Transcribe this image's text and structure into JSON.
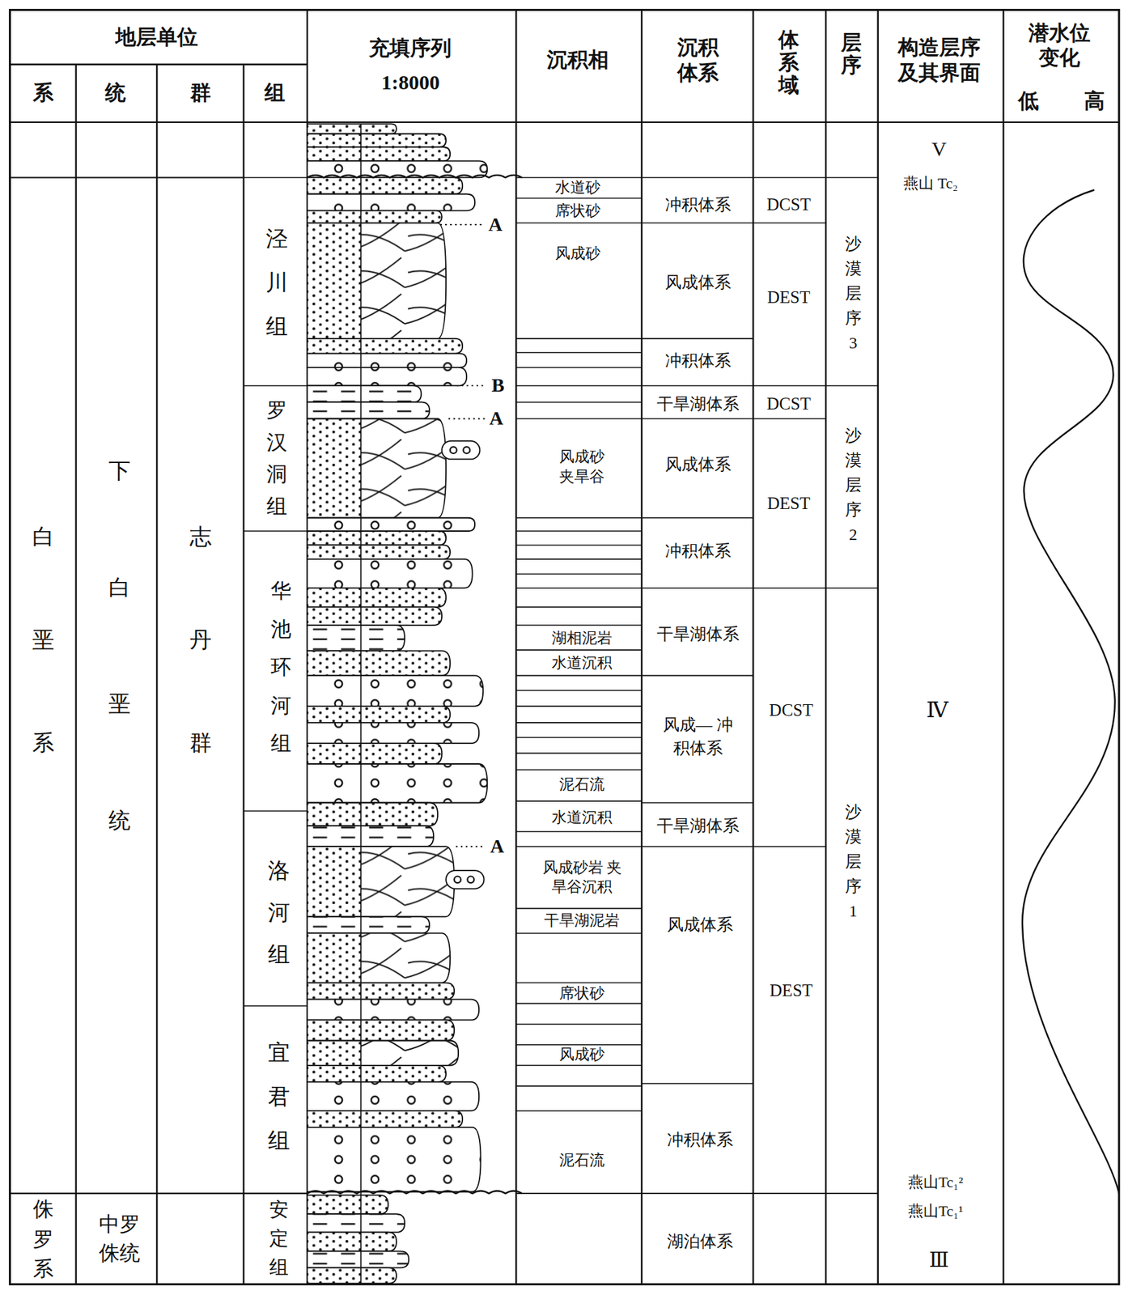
{
  "diagram": {
    "labels": [
      "地层单位",
      "系",
      "统",
      "群",
      "组",
      "充填序列",
      "1:8000",
      "沉积相",
      "沉积 体系",
      "体系域",
      "层序",
      "构造层序 及其界面",
      "潜水位 变化",
      "低",
      "高",
      "白垩系",
      "下白垩统",
      "志丹群",
      "侏罗系",
      "中罗侏统",
      "泾川组",
      "罗汉洞组",
      "华池环河组",
      "洛河组",
      "宜君组",
      "安定组",
      "A",
      "B",
      "A",
      "A",
      "水道砂",
      "席状砂",
      "风成砂",
      "风成砂 夹旱谷",
      "湖相泥岩",
      "水道沉积",
      "泥石流",
      "水道沉积",
      "风成砂岩 夹旱谷沉积",
      "干旱湖泥岩",
      "席状砂",
      "风成砂",
      "泥石流",
      "冲积体系",
      "风成体系",
      "冲积体系",
      "干旱湖体系",
      "风成体系",
      "冲积体系",
      "干旱湖体系",
      "风成— 冲积体系",
      "干旱湖体系",
      "风成体系",
      "冲积体系",
      "湖泊体系",
      "DCST",
      "DEST",
      "DCST",
      "DEST",
      "DCST",
      "DEST",
      "沙漠层序3",
      "沙漠层序2",
      "沙漠层序1",
      "V",
      "燕山 Tc₂",
      "Ⅳ",
      "燕山Tc₁²",
      "燕山Tc₁¹",
      "Ⅲ"
    ]
  }
}
